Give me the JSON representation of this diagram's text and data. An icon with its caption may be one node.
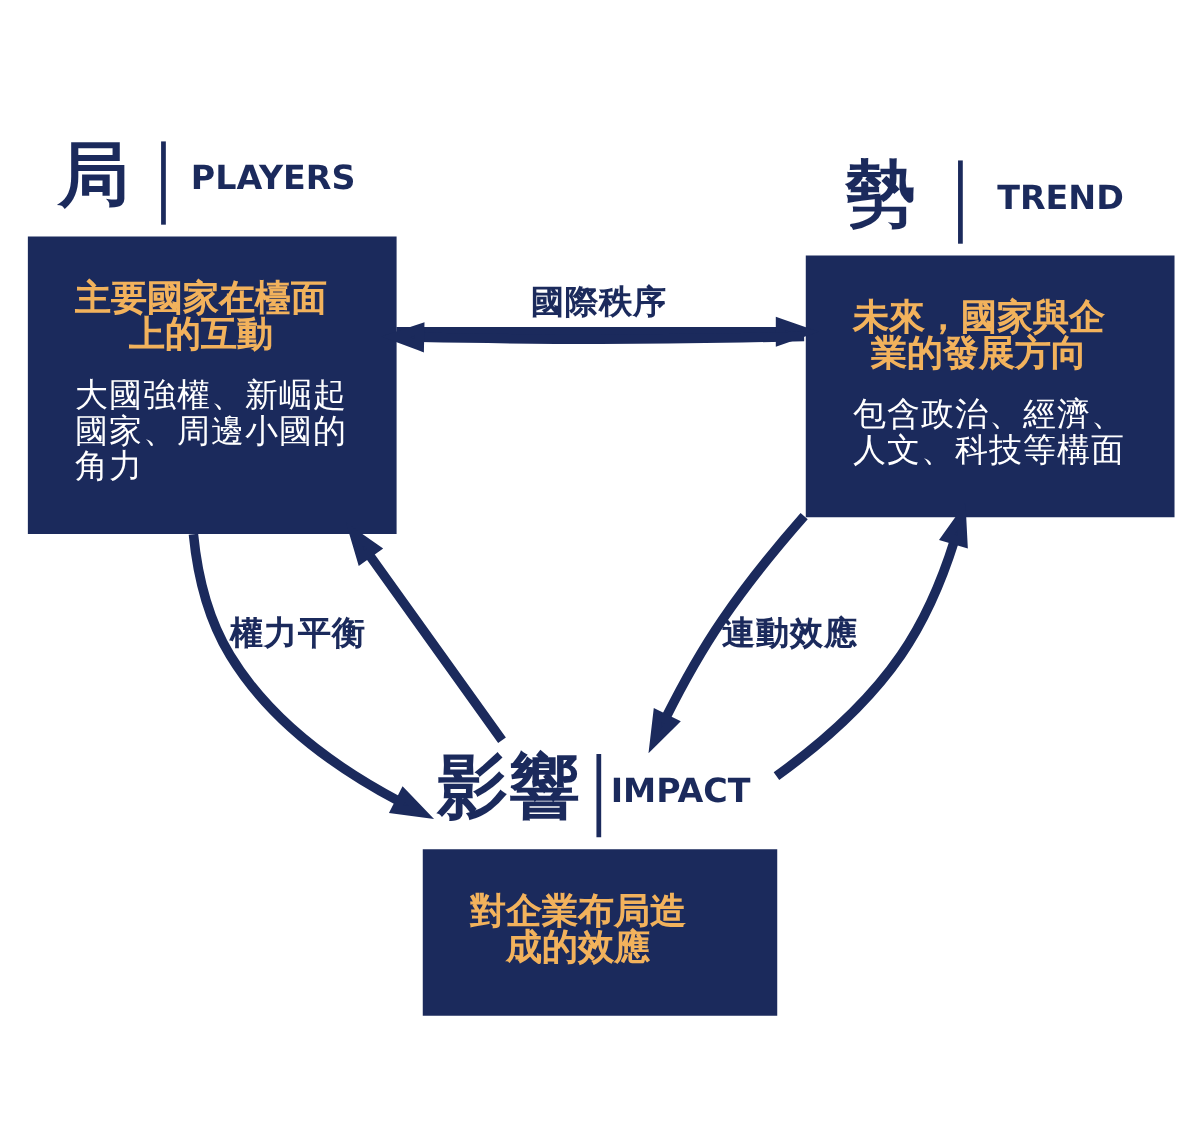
{
  "diagram": {
    "nodes": [
      {
        "text": [
          "局",
          "PLAYERS",
          "主要國家在檯面上的互動",
          "大國強權、新崛起國家、周邊小國的角力"
        ]
      },
      {
        "text": [
          "勢",
          "TREND",
          "未來，國家與企業的發展方向",
          "包含政治、經濟、人文、科技等構面"
        ]
      },
      {
        "text": [
          "影響",
          "IMPACT",
          "對企業布局造成的效應"
        ]
      }
    ],
    "edges": [
      {
        "from": 0,
        "to": 1,
        "arrow": "to",
        "label": "國際秩序"
      },
      {
        "from": 1,
        "to": 0,
        "arrow": "to"
      },
      {
        "from": 2,
        "to": 0,
        "arrow": "to"
      },
      {
        "from": 0,
        "to": 2,
        "arrow": "to",
        "label": "權力平衡"
      },
      {
        "from": 1,
        "to": 2,
        "arrow": "to",
        "label": "連動效應"
      },
      {
        "from": 2,
        "to": 1,
        "arrow": "to"
      }
    ]
  }
}
